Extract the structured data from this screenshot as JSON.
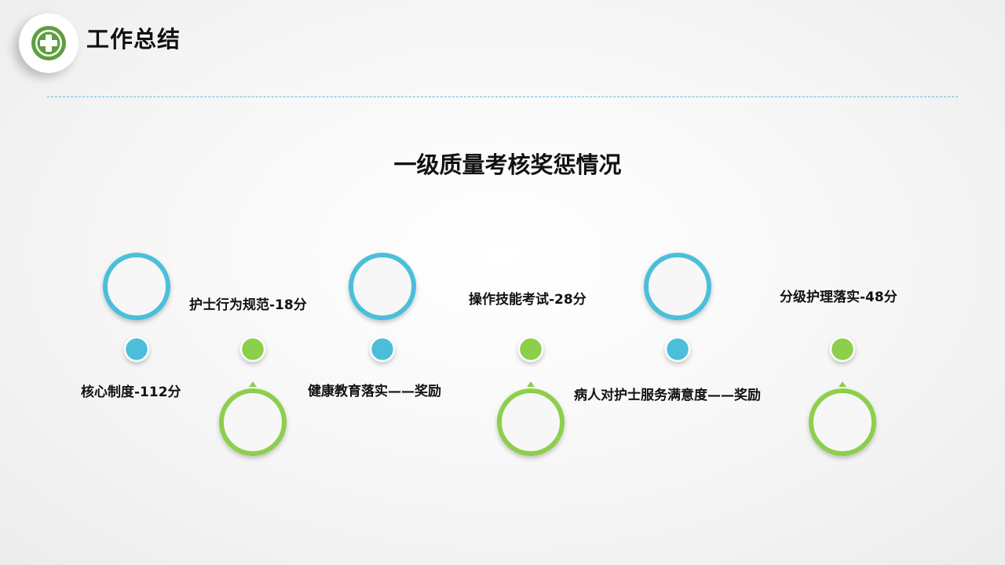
{
  "header": {
    "title": "工作总结",
    "logo_icon": "medical-cross-icon"
  },
  "main": {
    "title": "一级质量考核奖惩情况"
  },
  "colors": {
    "blue": "#4bbfda",
    "green": "#8ccf4b",
    "logo_green": "#5e9e3f"
  },
  "timeline": {
    "items": [
      {
        "label": "核心制度-112分",
        "color": "blue"
      },
      {
        "label": "护士行为规范-18分",
        "color": "green"
      },
      {
        "label": "健康教育落实——奖励",
        "color": "blue"
      },
      {
        "label": "操作技能考试-28分",
        "color": "green"
      },
      {
        "label": "病人对护士服务满意度——奖励",
        "color": "blue"
      },
      {
        "label": "分级护理落实-48分",
        "color": "green"
      }
    ]
  }
}
